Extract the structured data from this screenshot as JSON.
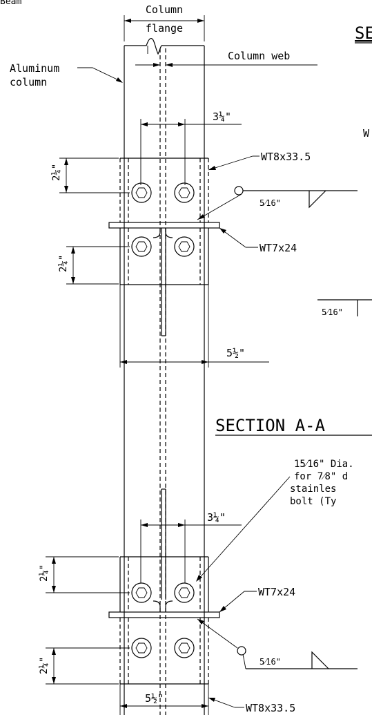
{
  "labels": {
    "top_left_fragment": "Beam",
    "column_flange_1": "Column",
    "column_flange_2": "flange",
    "column_web": "Column web",
    "aluminum_column_1": "Aluminum",
    "aluminum_column_2": "column",
    "section_top_fragment": "SE",
    "side_w_fragment": "W",
    "section_a_a": "SECTION A-A",
    "wt8_top": "WT8x33.5",
    "wt7_top": "WT7x24",
    "wt7_bottom": "WT7x24",
    "wt8_bottom": "WT8x33.5",
    "dim_3_14_top": "3¼\"",
    "dim_2_14_a": "2¼\"",
    "dim_2_14_b": "2¼\"",
    "dim_2_14_c": "2¼\"",
    "dim_2_14_d": "2¼\"",
    "dim_5_12_mid": "5½\"",
    "dim_3_14_bottom": "3¼\"",
    "dim_5_12_bottom": "5½\"",
    "weld_top": "5⁄16\"",
    "weld_right": "5⁄16\"",
    "weld_bottom": "5⁄16\"",
    "note_line1": "15⁄16\" Dia.",
    "note_line2": "for 7⁄8\" d",
    "note_line3": "stainles",
    "note_line4": "bolt (Ty"
  }
}
